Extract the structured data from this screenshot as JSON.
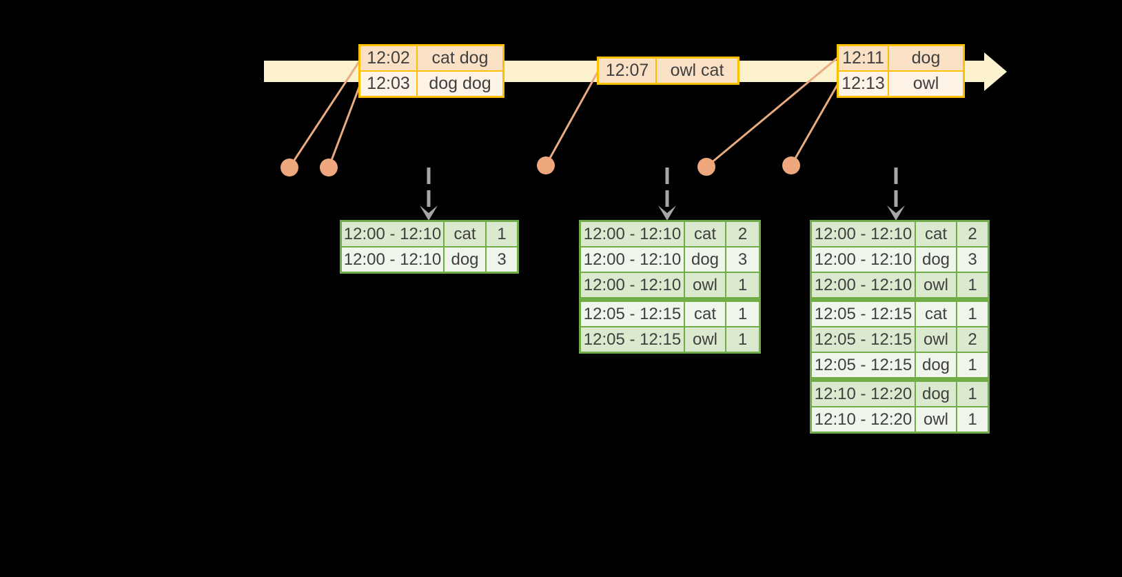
{
  "colors": {
    "background": "#000000",
    "text": "#3f3f3f",
    "timeline_band": "#fcf2ce",
    "event_border": "#ffc000",
    "event_row_dark": "#fae1c6",
    "event_row_light": "#fdf3e6",
    "connector": "#eaab80",
    "dot": "#efa87e",
    "dashed_arrow": "#a6a6a6",
    "result_border": "#70ad47",
    "result_row_dark": "#dbe9ce",
    "result_row_light": "#f0f5eb"
  },
  "event_tables": [
    {
      "rows": [
        {
          "time": "12:02",
          "words": "cat dog"
        },
        {
          "time": "12:03",
          "words": "dog dog"
        }
      ]
    },
    {
      "rows": [
        {
          "time": "12:07",
          "words": "owl cat"
        }
      ]
    },
    {
      "rows": [
        {
          "time": "12:11",
          "words": "dog"
        },
        {
          "time": "12:13",
          "words": "owl"
        }
      ]
    }
  ],
  "result_tables": [
    {
      "group_breaks": [],
      "rows": [
        {
          "window": "12:00 - 12:10",
          "word": "cat",
          "count": "1"
        },
        {
          "window": "12:00 - 12:10",
          "word": "dog",
          "count": "3"
        }
      ]
    },
    {
      "group_breaks": [
        3
      ],
      "rows": [
        {
          "window": "12:00 - 12:10",
          "word": "cat",
          "count": "2"
        },
        {
          "window": "12:00 - 12:10",
          "word": "dog",
          "count": "3"
        },
        {
          "window": "12:00 - 12:10",
          "word": "owl",
          "count": "1"
        },
        {
          "window": "12:05 - 12:15",
          "word": "cat",
          "count": "1"
        },
        {
          "window": "12:05 - 12:15",
          "word": "owl",
          "count": "1"
        }
      ]
    },
    {
      "group_breaks": [
        3,
        6
      ],
      "rows": [
        {
          "window": "12:00 - 12:10",
          "word": "cat",
          "count": "2"
        },
        {
          "window": "12:00 - 12:10",
          "word": "dog",
          "count": "3"
        },
        {
          "window": "12:00 - 12:10",
          "word": "owl",
          "count": "1"
        },
        {
          "window": "12:05 - 12:15",
          "word": "cat",
          "count": "1"
        },
        {
          "window": "12:05 - 12:15",
          "word": "owl",
          "count": "2"
        },
        {
          "window": "12:05 - 12:15",
          "word": "dog",
          "count": "1"
        },
        {
          "window": "12:10 - 12:20",
          "word": "dog",
          "count": "1"
        },
        {
          "window": "12:10 - 12:20",
          "word": "owl",
          "count": "1"
        }
      ]
    }
  ]
}
